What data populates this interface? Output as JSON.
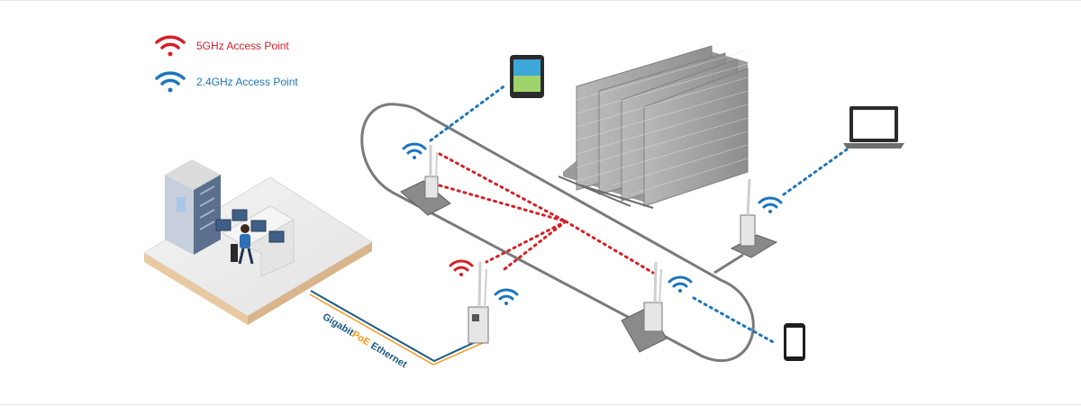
{
  "legend": {
    "ap_5ghz": {
      "label": "5GHz Access Point",
      "icon": "wifi-icon",
      "color": "#d61f26"
    },
    "ap_24ghz": {
      "label": "2.4GHz Access Point",
      "icon": "wifi-icon",
      "color": "#1b75bc"
    }
  },
  "cable_label": {
    "part1": "Gigabit",
    "part2": "PoE",
    "part3": "Ethernet"
  },
  "colors": {
    "ghz5": "#d61f26",
    "ghz24": "#1b75bc",
    "track": "#7a7a7a",
    "ethernet_blue": "#1c5a85",
    "poe_orange": "#f39a1f"
  }
}
